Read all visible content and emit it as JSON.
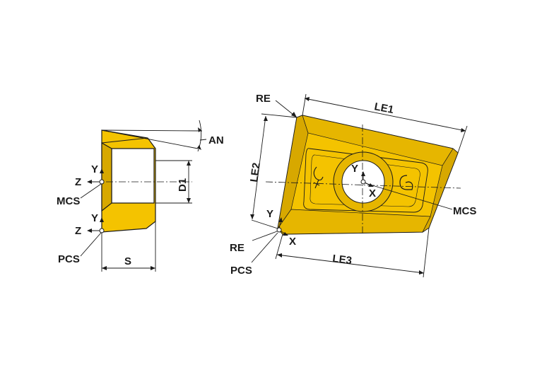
{
  "colors": {
    "insert_fill": "#f4c300",
    "insert_dark": "#d7a800",
    "line": "#1a1a1a",
    "background": "#ffffff"
  },
  "side_view": {
    "labels": {
      "an": "AN",
      "d1": "D1",
      "s": "S",
      "mcs": "MCS",
      "pcs": "PCS",
      "y_mcs": "Y",
      "z_mcs": "Z",
      "y_pcs": "Y",
      "z_pcs": "Z"
    }
  },
  "top_view": {
    "labels": {
      "re_top": "RE",
      "le1": "LE1",
      "le2": "LE2",
      "le3": "LE3",
      "mcs": "MCS",
      "y_center": "Y",
      "x_center": "X",
      "y_corner": "Y",
      "x_corner": "X",
      "re_bottom": "RE",
      "pcs": "PCS"
    }
  }
}
